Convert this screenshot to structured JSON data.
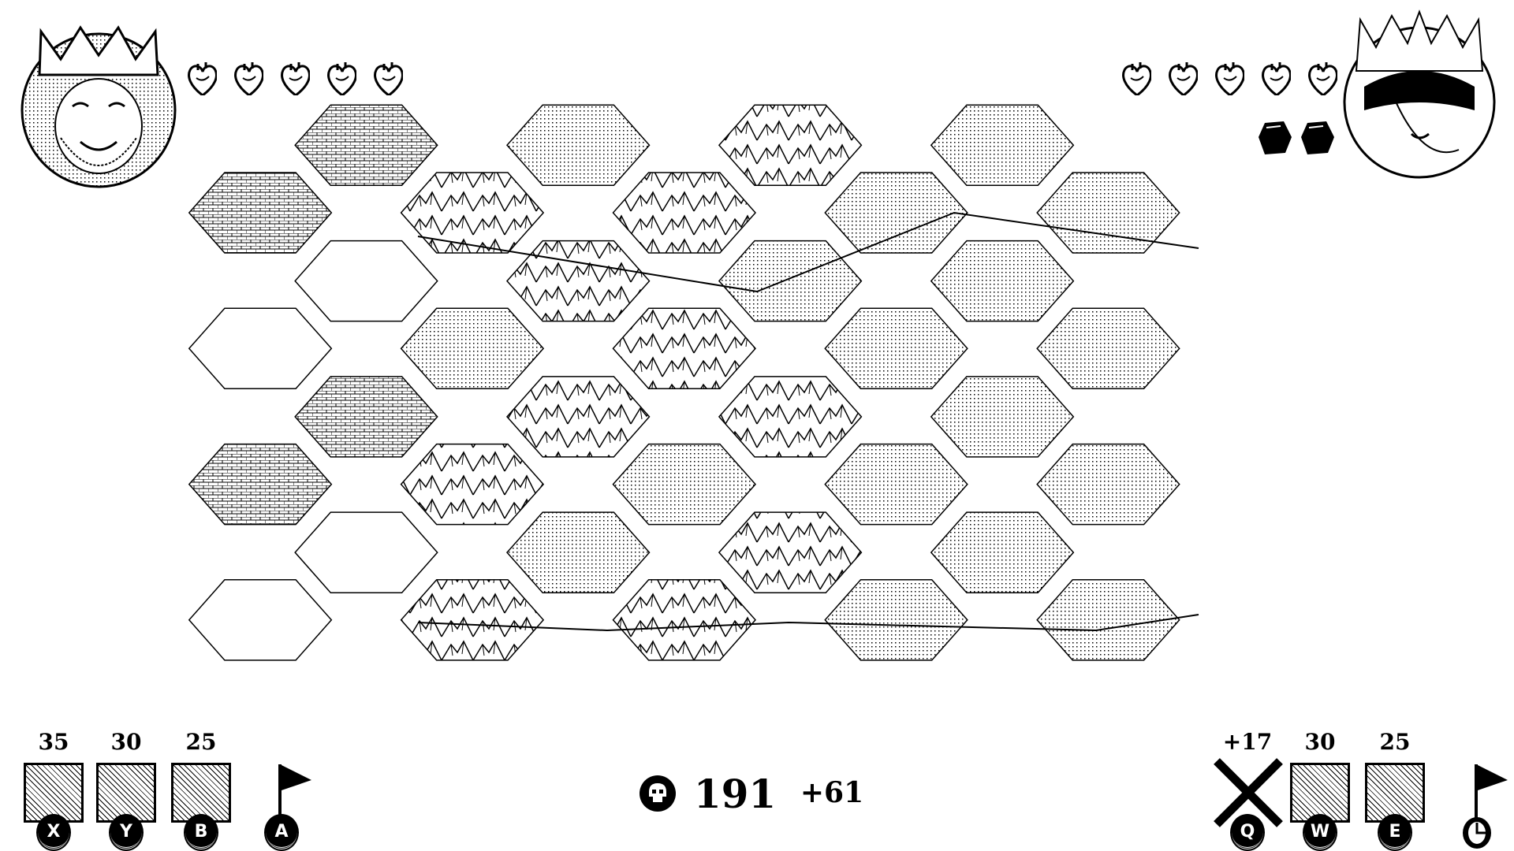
{
  "player_left": {
    "portrait": "bearded-king-portrait",
    "hearts": 5
  },
  "player_right": {
    "portrait": "blindfolded-queen-portrait",
    "hearts": 5,
    "gems": 2
  },
  "hud_left": {
    "actions": [
      {
        "cost": "35",
        "icon": "cathedral-icon",
        "key": "X"
      },
      {
        "cost": "30",
        "icon": "catapult-icon",
        "key": "Y"
      },
      {
        "cost": "25",
        "icon": "organ-pipes-icon",
        "key": "B"
      }
    ],
    "flag_key": "A"
  },
  "hud_center": {
    "icon": "skull-icon",
    "souls": "191",
    "income": "+61"
  },
  "hud_right": {
    "cancel": {
      "value": "+17",
      "icon": "x-icon",
      "key": "Q"
    },
    "actions": [
      {
        "cost": "30",
        "icon": "catapult-icon",
        "key": "W"
      },
      {
        "cost": "25",
        "icon": "organ-pipes-icon",
        "key": "E"
      }
    ],
    "flag_key": "mouse-icon"
  },
  "colors": {
    "ink": "#000000",
    "paper": "#ffffff"
  }
}
